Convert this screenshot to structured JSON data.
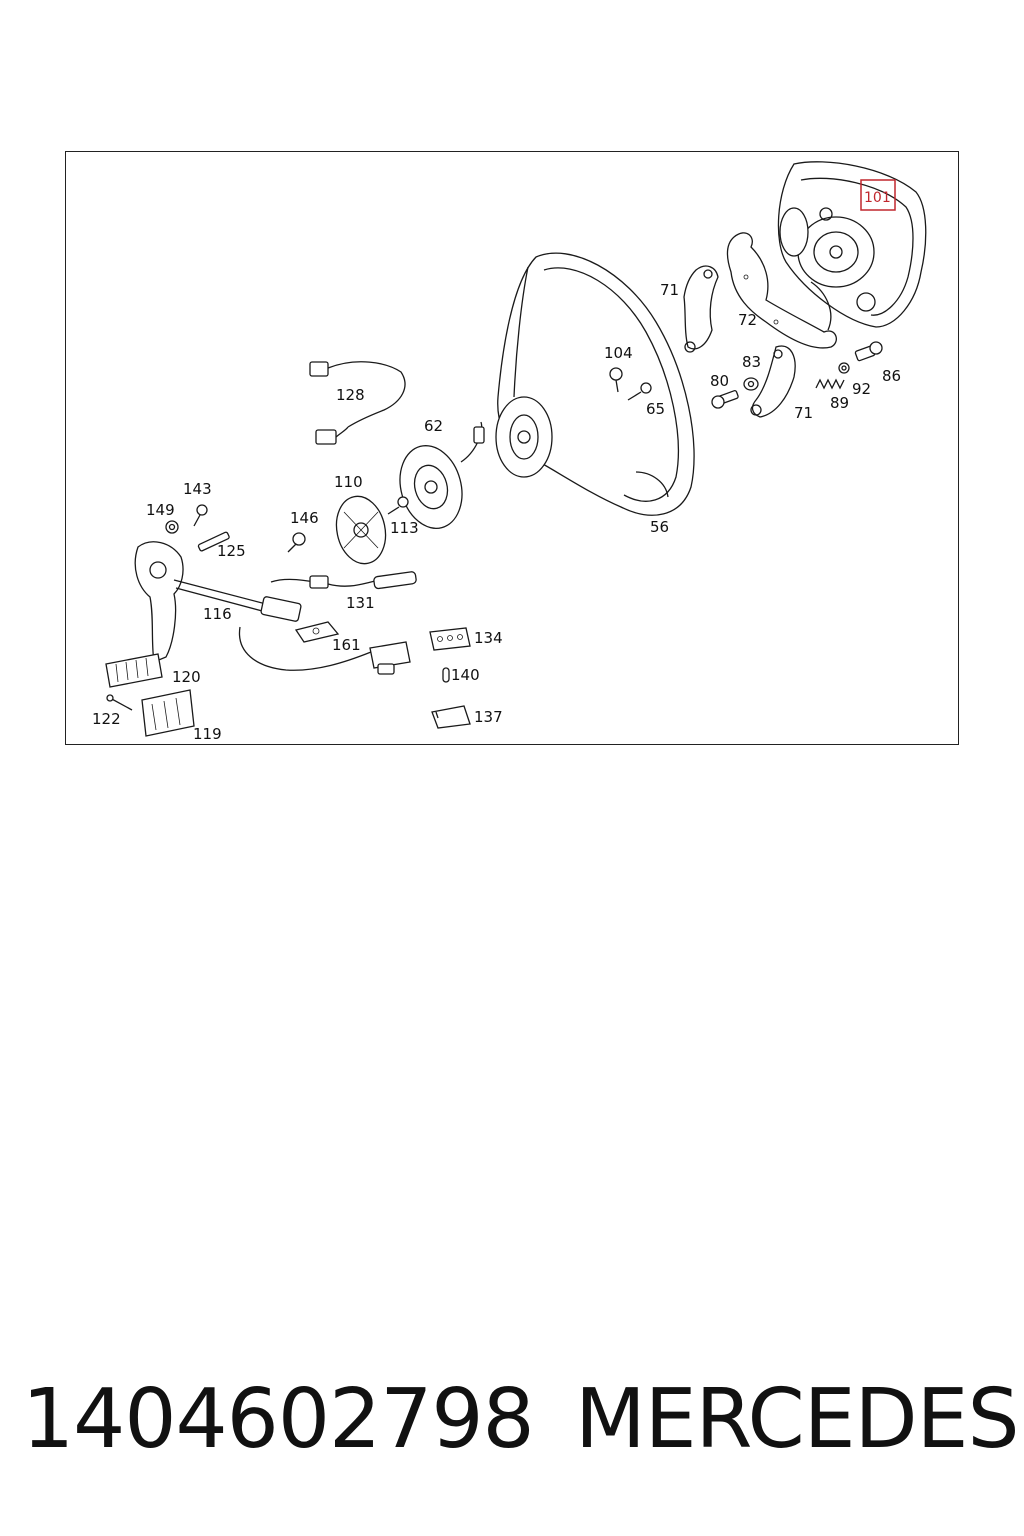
{
  "diagram": {
    "highlight_color": "#c0272d",
    "labels": {
      "l101": "101",
      "l71a": "71",
      "l72": "72",
      "l104": "104",
      "l83": "83",
      "l80": "80",
      "l86": "86",
      "l92": "92",
      "l89": "89",
      "l71b": "71",
      "l65": "65",
      "l128": "128",
      "l62": "62",
      "l56": "56",
      "l143": "143",
      "l149": "149",
      "l110": "110",
      "l146": "146",
      "l113": "113",
      "l125": "125",
      "l131": "131",
      "l116": "116",
      "l161": "161",
      "l134": "134",
      "l120": "120",
      "l140": "140",
      "l122": "122",
      "l137": "137",
      "l119": "119"
    }
  },
  "footer": {
    "part_number": "1404602798",
    "brand": "MERCEDES"
  }
}
